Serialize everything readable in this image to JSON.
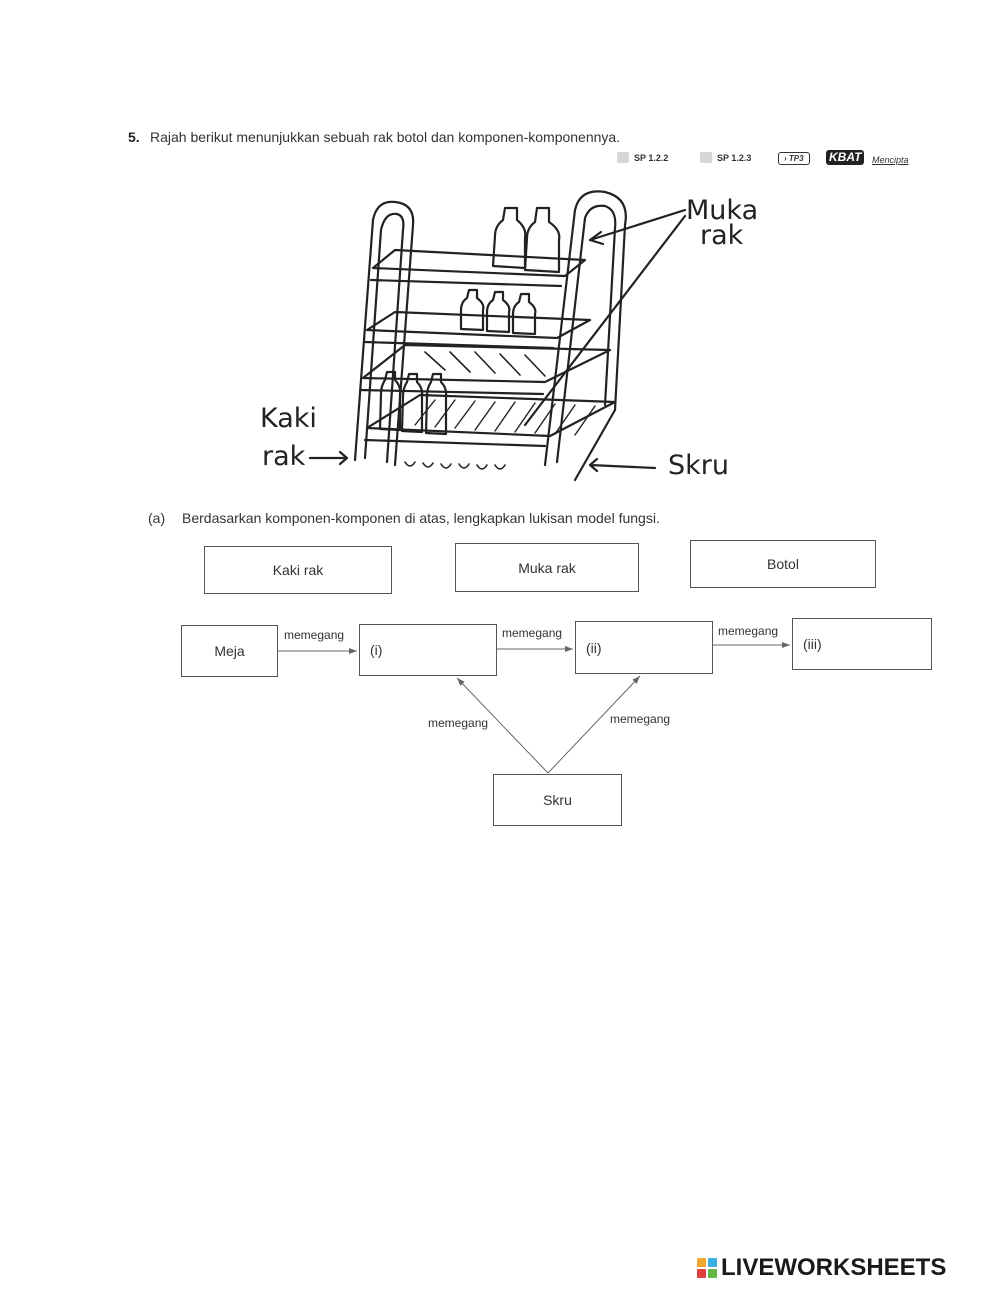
{
  "question": {
    "number": "5.",
    "text": "Rajah berikut menunjukkan sebuah rak botol dan komponen-komponennya.",
    "tags": {
      "sp1": "SP 1.2.2",
      "sp2": "SP 1.2.3",
      "tp": "› TP3",
      "kbat": "KBAT",
      "mencipta": "Mencipta"
    }
  },
  "figure": {
    "labels": {
      "kaki_line1": "Kaki",
      "kaki_line2": "rak",
      "muka_line1": "Muka",
      "muka_line2": "rak",
      "skru": "Skru"
    }
  },
  "part_a": {
    "label": "(a)",
    "text": "Berdasarkan komponen-komponen di atas, lengkapkan lukisan model fungsi."
  },
  "options": {
    "kaki": "Kaki rak",
    "muka": "Muka rak",
    "botol": "Botol"
  },
  "model": {
    "meja": "Meja",
    "blank_i": "(i)",
    "blank_ii": "(ii)",
    "blank_iii": "(iii)",
    "skru": "Skru",
    "relation": "memegang"
  },
  "footer": {
    "brand": "LIVEWORKSHEETS",
    "logo_colors": [
      "#f0a830",
      "#3bb0e0",
      "#e0413b",
      "#63b845"
    ]
  }
}
